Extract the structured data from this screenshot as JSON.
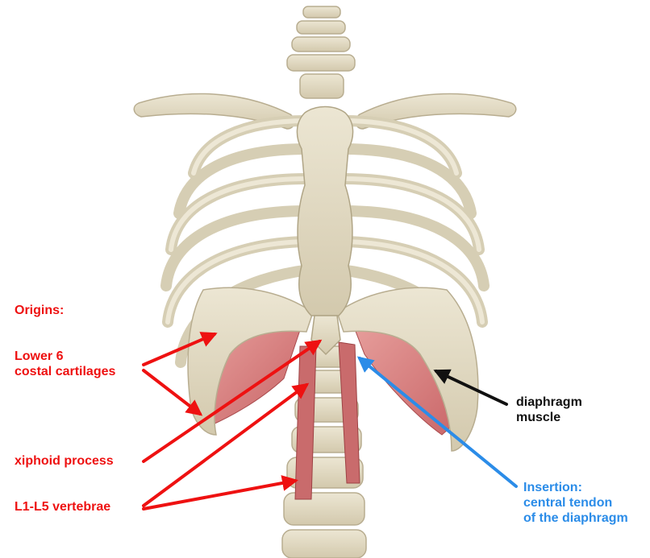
{
  "labels": {
    "origins": "Origins:",
    "lower6_line1": "Lower 6",
    "lower6_line2": "costal cartilages",
    "xiphoid": "xiphoid process",
    "vertebrae": "L1-L5 vertebrae",
    "diaphragm_line1": "diaphragm",
    "diaphragm_line2": "muscle",
    "insertion_line1": "Insertion:",
    "insertion_line2": "central tendon",
    "insertion_line3": "of the diaphragm"
  },
  "colors": {
    "origin_arrows": "#ee1111",
    "insertion_arrow": "#2b8ce8",
    "muscle_arrow": "#111111",
    "bone": "#e2dbc6",
    "muscle": "#d98282"
  },
  "icons": [
    "arrow-icon"
  ]
}
